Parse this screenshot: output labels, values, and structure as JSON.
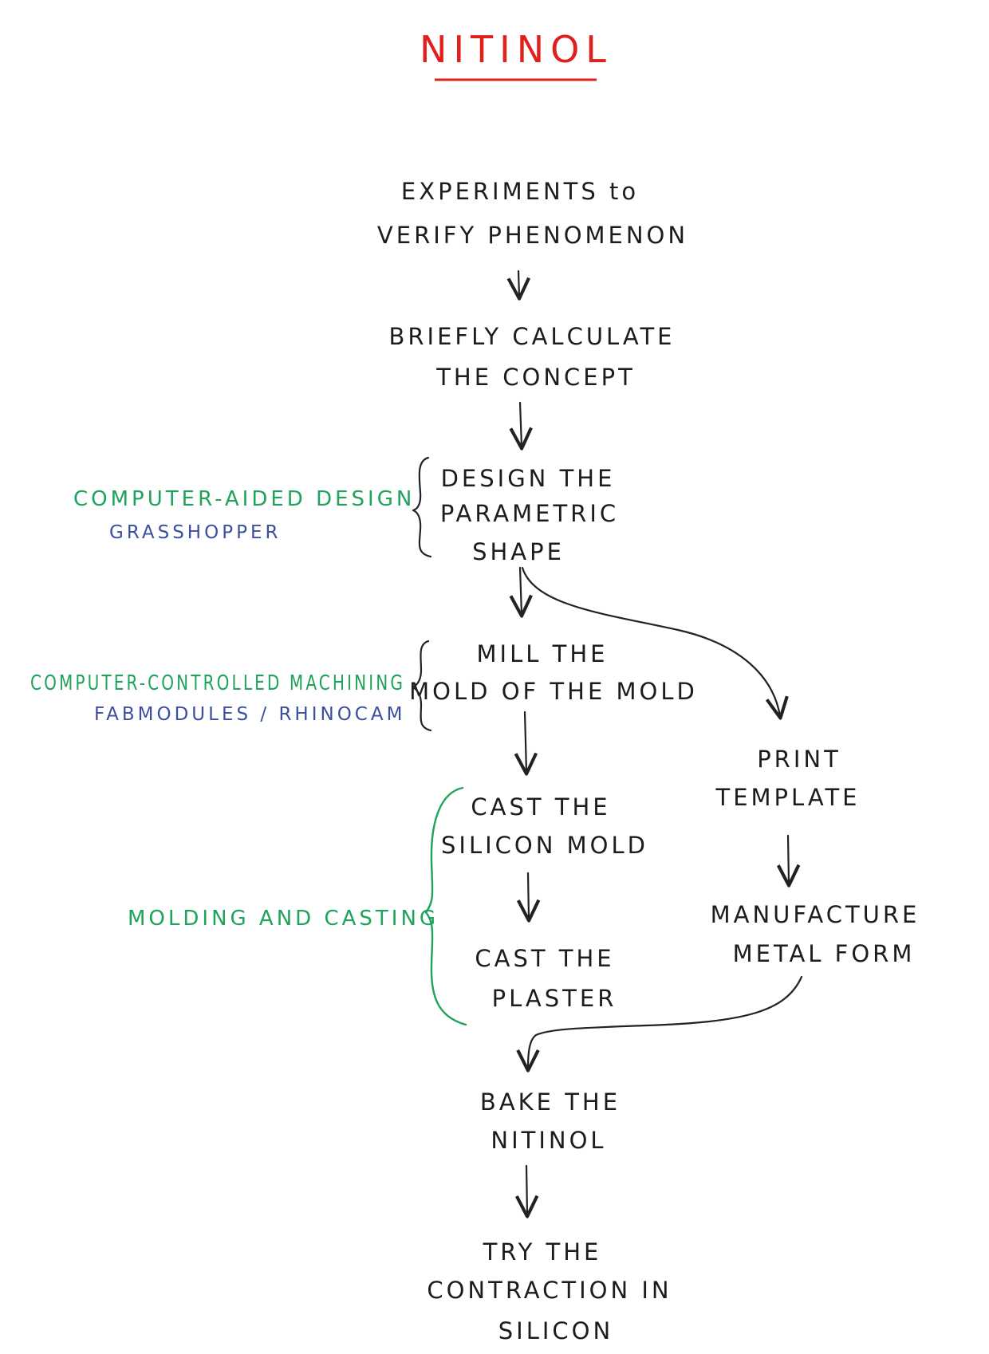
{
  "title": "NITINOL",
  "steps": {
    "experiments": [
      "EXPERIMENTS to",
      "VERIFY PHENOMENON"
    ],
    "calculate": [
      "BRIEFLY CALCULATE",
      "THE CONCEPT"
    ],
    "design": [
      "DESIGN THE",
      "PARAMETRIC",
      "SHAPE"
    ],
    "mill": [
      "MILL THE",
      "MOLD OF THE MOLD"
    ],
    "print": [
      "PRINT",
      "TEMPLATE"
    ],
    "cast_silicon": [
      "CAST THE",
      "SILICON MOLD"
    ],
    "cast_plaster": [
      "CAST THE",
      "PLASTER"
    ],
    "manufacture": [
      "MANUFACTURE",
      "METAL FORM"
    ],
    "bake": [
      "BAKE THE",
      "NITINOL"
    ],
    "try": [
      "TRY THE",
      "CONTRACTION IN",
      "SILICON"
    ]
  },
  "annotations": {
    "cad": {
      "label": "COMPUTER-AIDED DESIGN",
      "tool": "GRASSHOPPER"
    },
    "cnc": {
      "label": "COMPUTER-CONTROLLED MACHINING",
      "tool": "FABMODULES / RHINOCAM"
    },
    "molding": {
      "label": "MOLDING AND CASTING"
    }
  }
}
